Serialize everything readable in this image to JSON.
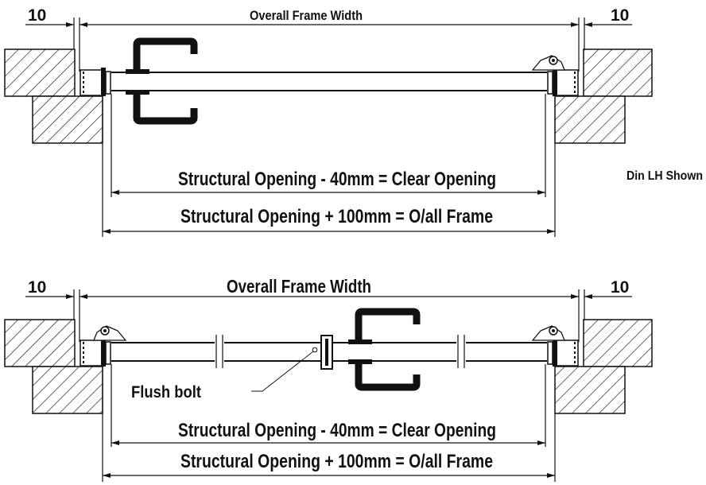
{
  "top_diagram": {
    "left_gap": "10",
    "right_gap": "10",
    "overall_width_label": "Overall Frame Width",
    "clear_opening_label": "Structural Opening - 40mm = Clear Opening",
    "frame_label": "Structural Opening + 100mm = O/all Frame",
    "note": "Din LH Shown"
  },
  "bottom_diagram": {
    "left_gap": "10",
    "right_gap": "10",
    "overall_width_label": "Overall Frame Width",
    "flush_bolt_label": "Flush bolt",
    "clear_opening_label": "Structural Opening - 40mm = Clear Opening",
    "frame_label": "Structural Opening + 100mm = O/all Frame"
  },
  "colors": {
    "line": "#111111",
    "background": "#ffffff"
  }
}
